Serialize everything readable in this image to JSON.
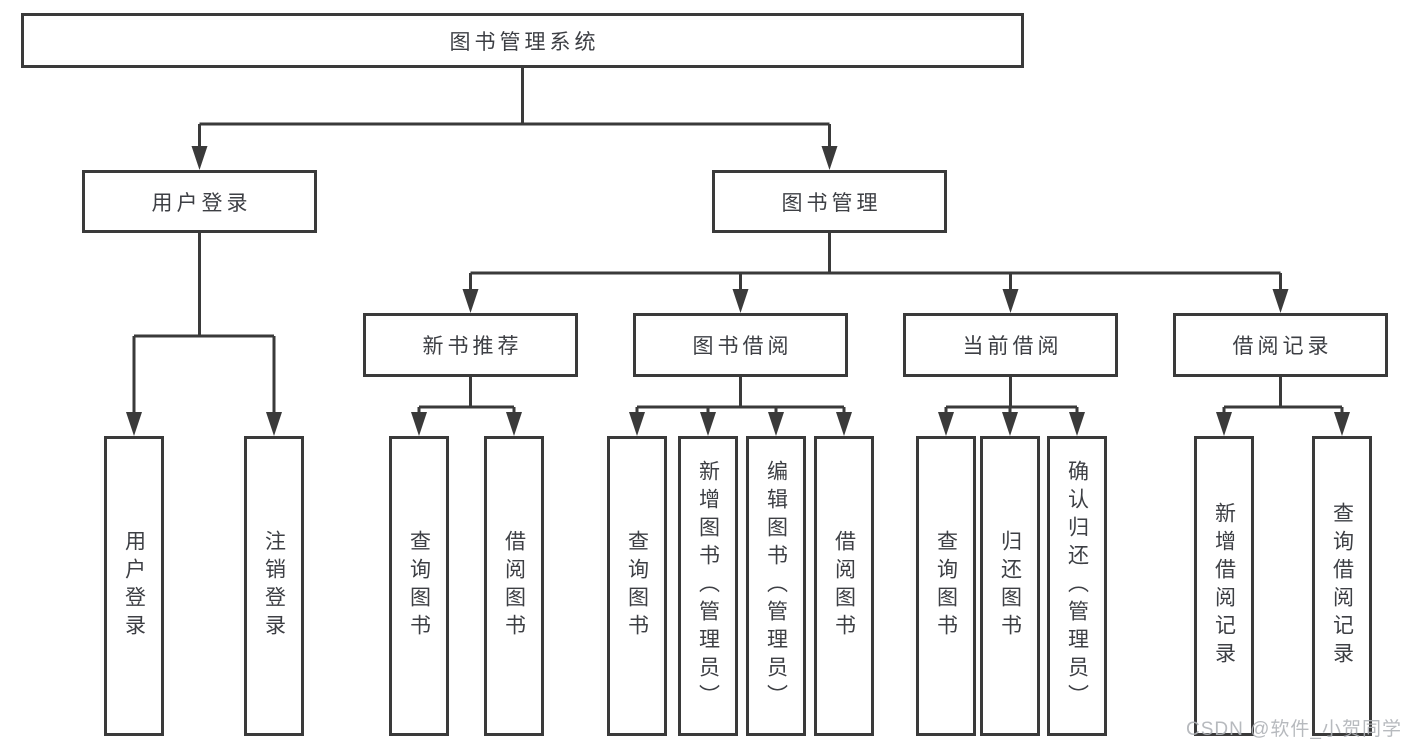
{
  "diagram": {
    "root": {
      "label": "图书管理系统"
    },
    "level2": [
      {
        "label": "用户登录"
      },
      {
        "label": "图书管理"
      }
    ],
    "level3": [
      {
        "label": "新书推荐"
      },
      {
        "label": "图书借阅"
      },
      {
        "label": "当前借阅"
      },
      {
        "label": "借阅记录"
      }
    ],
    "leaves": [
      {
        "label": "用户登录"
      },
      {
        "label": "注销登录"
      },
      {
        "label": "查询图书"
      },
      {
        "label": "借阅图书"
      },
      {
        "label": "查询图书"
      },
      {
        "label": "新增图书（管理员）"
      },
      {
        "label": "编辑图书（管理员）"
      },
      {
        "label": "借阅图书"
      },
      {
        "label": "查询图书"
      },
      {
        "label": "归还图书"
      },
      {
        "label": "确认归还（管理员）"
      },
      {
        "label": "新增借阅记录"
      },
      {
        "label": "查询借阅记录"
      }
    ]
  },
  "watermark": {
    "text": "CSDN @软件_小贺同学"
  },
  "colors": {
    "line": "#3a3a3a",
    "text": "#3d3f44",
    "watermark": "#b0b3b8",
    "background": "#ffffff"
  }
}
